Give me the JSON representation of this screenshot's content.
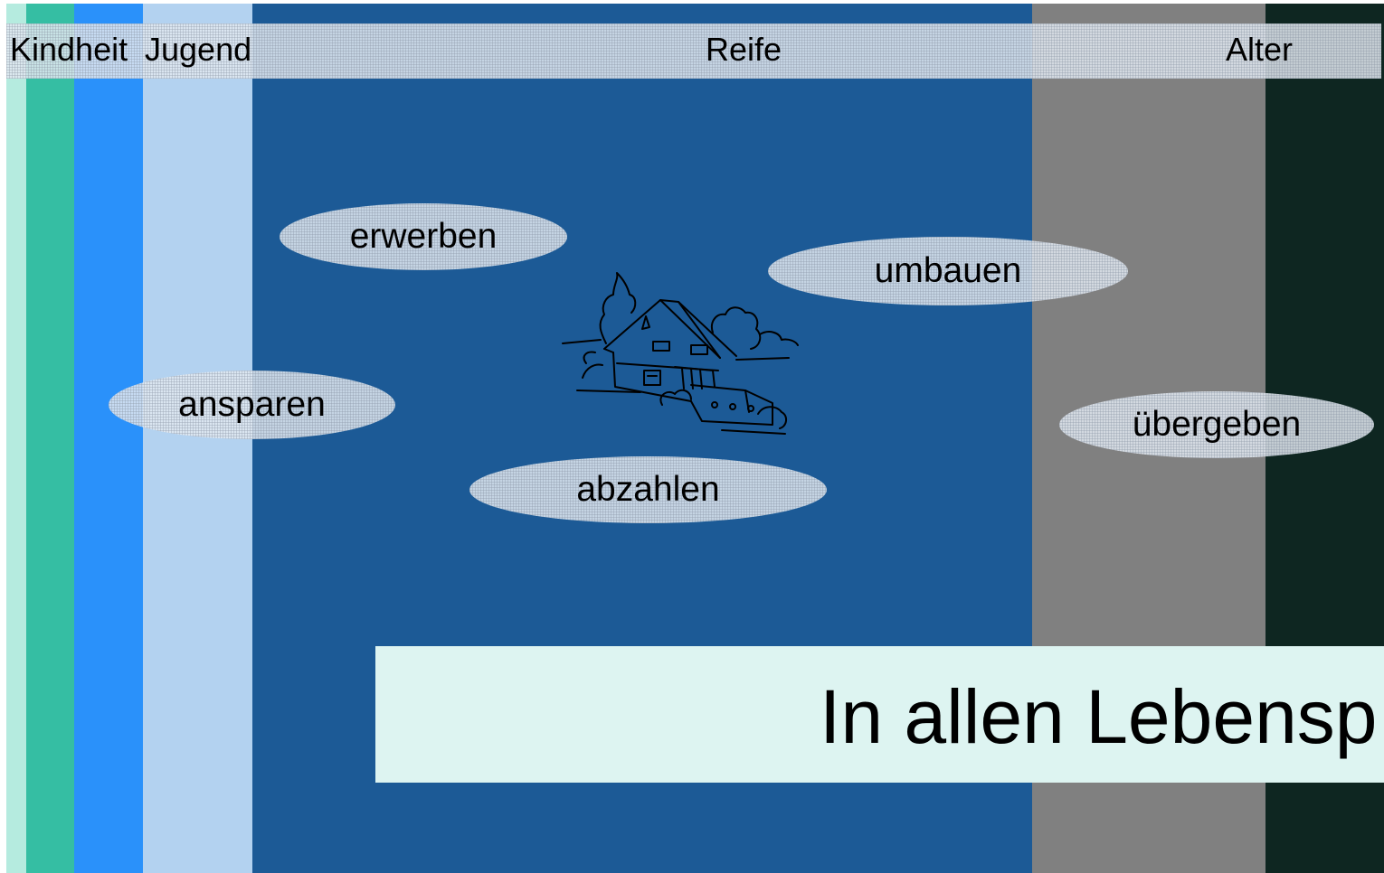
{
  "colors": {
    "kindheit_light": "#b5ebdf",
    "kindheit": "#35bea3",
    "jugend_blue": "#2a91fa",
    "jugend_light": "#b3d2f0",
    "reife": "#1c5a96",
    "alter_grey": "#808080",
    "alter_dark": "#0e2621",
    "title_box": "#ddf4f1"
  },
  "stages": {
    "kindheit": "Kindheit",
    "jugend": "Jugend",
    "reife": "Reife",
    "alter": "Alter"
  },
  "actions": {
    "erwerben": "erwerben",
    "umbauen": "umbauen",
    "ansparen": "ansparen",
    "uebergeben": "übergeben",
    "abzahlen": "abzahlen"
  },
  "illustration": {
    "icon": "house-icon"
  },
  "title": "In allen Lebensp"
}
